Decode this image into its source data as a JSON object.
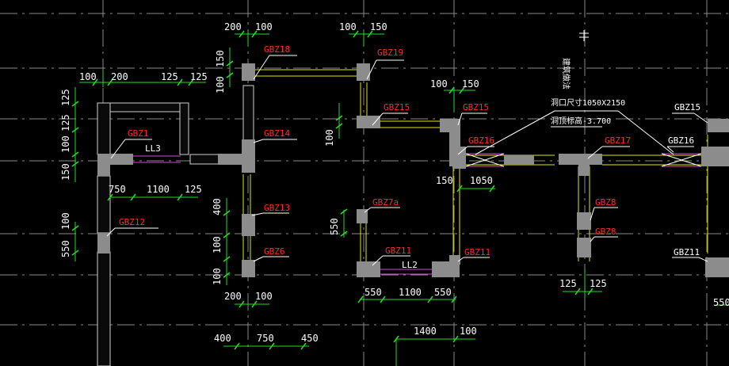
{
  "cad": {
    "colors": {
      "background": "#000000",
      "dimension_line": "#22dd22",
      "wall_line": "#e6e600",
      "column_label": "#ff2a2a",
      "beam_line": "#e040e0",
      "grid": "#8a8a8a"
    },
    "dims": {
      "t200a": "200",
      "t100a": "100",
      "t100b": "100",
      "t150a": "150",
      "l100a": "100",
      "l200a": "200",
      "l125a": "125",
      "l125b": "125",
      "m100a": "100",
      "m150a": "150",
      "v150a": "150",
      "v100a": "100",
      "v125a": "125",
      "v125b": "125",
      "v100b": "100",
      "v150b": "150",
      "v100c": "100",
      "b750": "750",
      "b1100a": "1100",
      "b125c": "125",
      "v150c": "150",
      "b1050": "1050",
      "v400a": "400",
      "v100d": "100",
      "v100e": "100",
      "v100f": "100",
      "v550a": "550",
      "v550b": "550",
      "b200b": "200",
      "b100g": "100",
      "b550a": "550",
      "b1100b": "1100",
      "b550b": "550",
      "b125d": "125",
      "b125e": "125",
      "b400": "400",
      "b750b": "750",
      "b450": "450",
      "b1400": "1400",
      "b100h": "100",
      "r550": "550"
    },
    "labels": {
      "gbz18": "GBZ18",
      "gbz19": "GBZ19",
      "gbz15a": "GBZ15",
      "gbz15b": "GBZ15",
      "gbz15c": "GBZ15",
      "gbz1": "GBZ1",
      "gbz14": "GBZ14",
      "gbz16a": "GBZ16",
      "gbz17": "GBZ17",
      "gbz16b": "GBZ16",
      "gbz12": "GBZ12",
      "gbz13": "GBZ13",
      "gbz7a": "GBZ7a",
      "gbz8a": "GBZ8",
      "gbz8b": "GBZ8",
      "gbz6": "GBZ6",
      "gbz11a": "GBZ11",
      "gbz11b": "GBZ11",
      "gbz11c": "GBZ11",
      "ll3": "LL3",
      "ll2": "LL2"
    },
    "notes": {
      "opening_size": "洞口尺寸1050X2150",
      "opening_elev": "洞顶标高-3.700",
      "vertical_note": "建筑做法"
    }
  }
}
